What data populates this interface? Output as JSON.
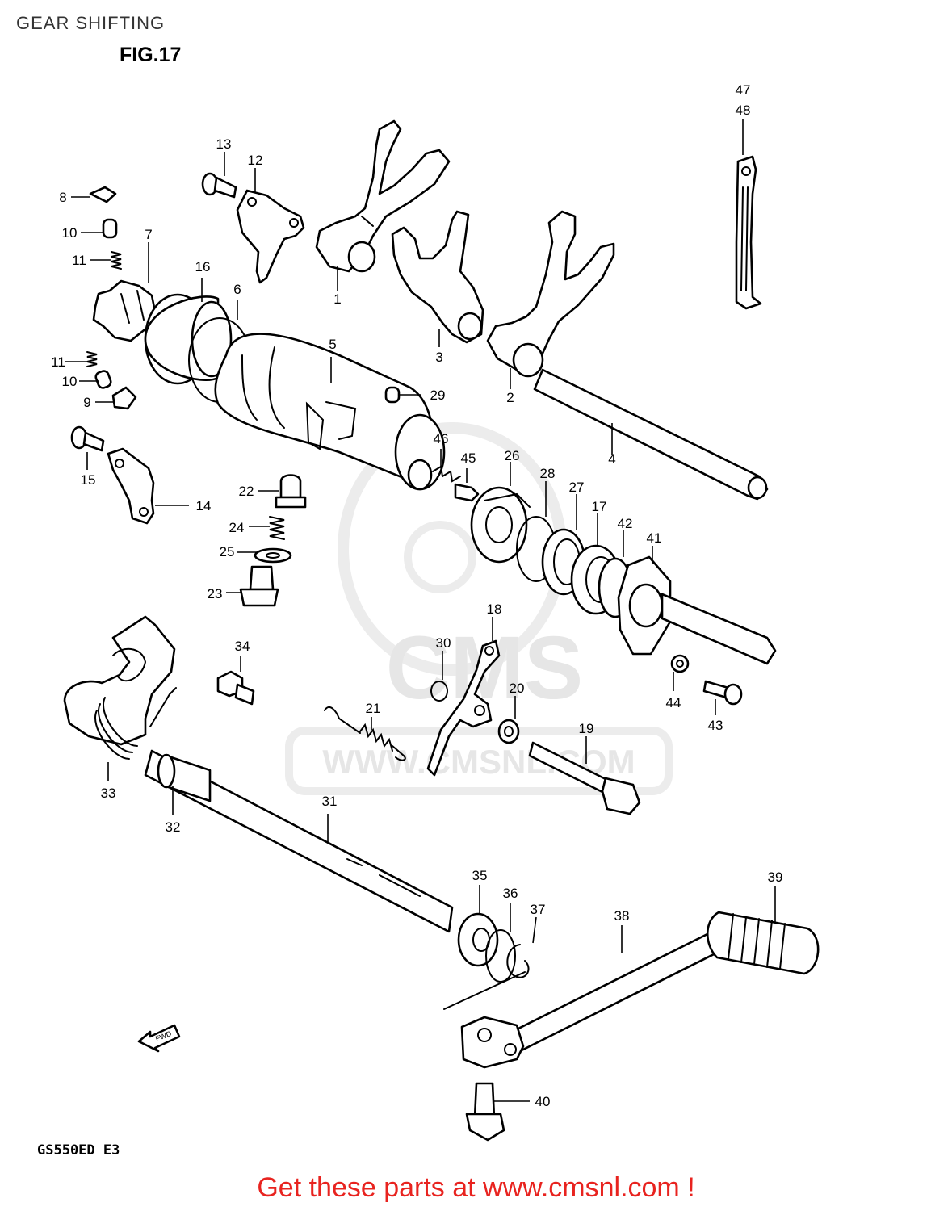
{
  "header": {
    "page_title": "GEAR SHIFTING",
    "figure_label": "FIG.17"
  },
  "footer": {
    "model_code": "GS550ED E3",
    "cta_text": "Get these parts at www.cmsnl.com !"
  },
  "watermark": {
    "brand": "CMS",
    "url": "WWW.CMSNL.COM"
  },
  "direction_marker": "FWD",
  "callouts": [
    "1",
    "2",
    "3",
    "4",
    "5",
    "6",
    "7",
    "8",
    "9",
    "10",
    "10",
    "11",
    "11",
    "12",
    "13",
    "14",
    "15",
    "16",
    "17",
    "18",
    "19",
    "20",
    "21",
    "22",
    "23",
    "24",
    "25",
    "26",
    "27",
    "28",
    "29",
    "30",
    "31",
    "32",
    "33",
    "34",
    "35",
    "36",
    "37",
    "38",
    "39",
    "40",
    "41",
    "42",
    "43",
    "44",
    "45",
    "46",
    "47",
    "48"
  ],
  "colors": {
    "cta": "#e8231f",
    "watermark": "#e6e6e6"
  }
}
